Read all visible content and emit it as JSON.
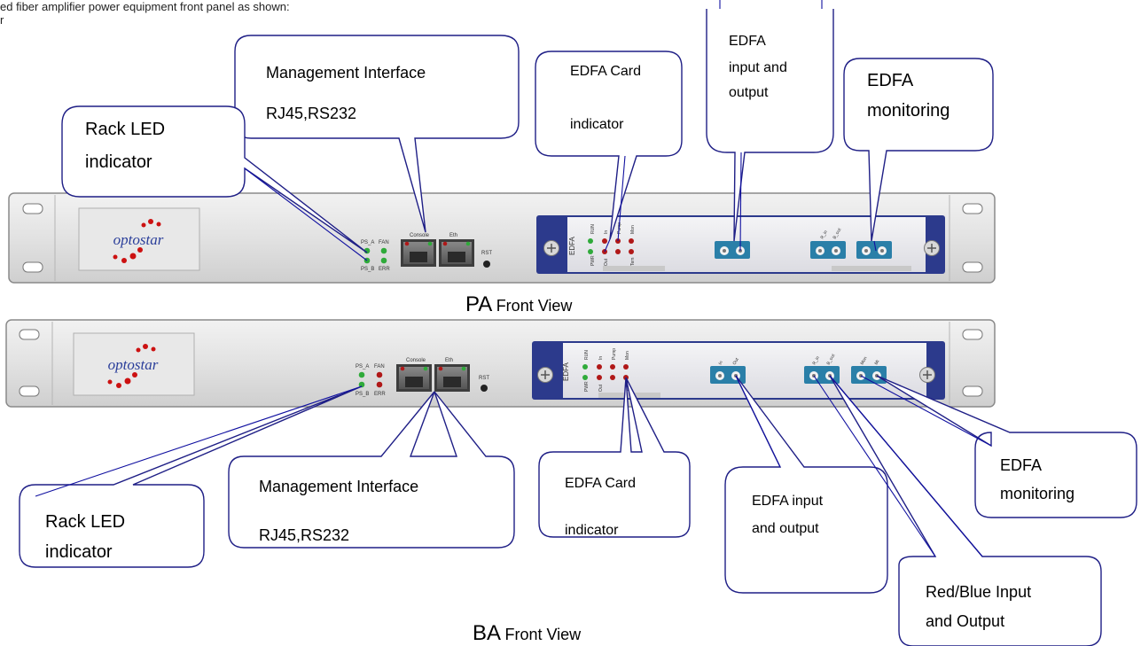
{
  "header_text": "ed fiber amplifier power equipment front panel as shown:",
  "header_tail": "r",
  "panel_labels": {
    "brand": "optostar",
    "ps_a": "PS_A",
    "ps_b": "PS_B",
    "fan": "FAN",
    "err": "ERR",
    "console": "Console",
    "eth": "Eth",
    "rst": "RST",
    "edfa": "EDFA",
    "led_run": "RUN",
    "led_pwr": "PWR",
    "led_in": "In",
    "led_out": "Out",
    "led_pump": "Pump",
    "led_mon": "Mon",
    "led_tem": "Tem",
    "port_in": "In",
    "port_out": "Out",
    "port_r_in": "R_in",
    "port_b_out": "B_out",
    "port_mon": "Mon",
    "port_mi": "Mi"
  },
  "pa": {
    "caption_big": "PA",
    "caption_small": "Front View",
    "callouts": {
      "mgmt_line1": "Management Interface",
      "mgmt_line2": "RJ45,RS232",
      "rack_line1": "Rack LED",
      "rack_line2": "indicator",
      "card_line1": "EDFA Card",
      "card_line2": "indicator",
      "io_line1": "EDFA",
      "io_line2": "input and",
      "io_line3": "output",
      "mon_line1": "EDFA",
      "mon_line2": "monitoring"
    }
  },
  "ba": {
    "caption_big": "BA",
    "caption_small": "Front View",
    "callouts": {
      "rack_line1": "Rack LED",
      "rack_line2": "indicator",
      "mgmt_line1": "Management Interface",
      "mgmt_line2": "RJ45,RS232",
      "card_line1": "EDFA Card",
      "card_line2": "indicator",
      "io_line1": "EDFA input",
      "io_line2": "and output",
      "mon_line1": "EDFA",
      "mon_line2": "monitoring",
      "rb_line1": "Red/Blue Input",
      "rb_line2": "and Output"
    }
  },
  "colors": {
    "callout_border": "#1f1f86",
    "leader": "#1010a0",
    "chassis": "#e4e4e4",
    "card_bezel": "#2c3a8c",
    "port_blue": "#2a7fa8",
    "led_green": "#2faa3a",
    "led_red": "#b01818",
    "brand_red": "#cc1111",
    "brand_blue": "#2a3e9a"
  }
}
